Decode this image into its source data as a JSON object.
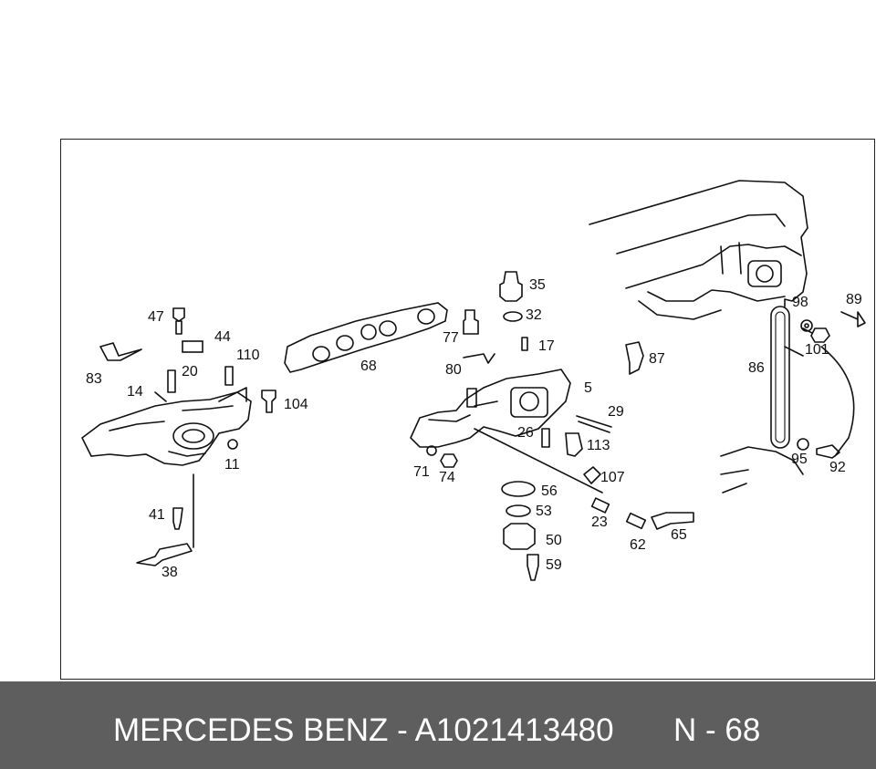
{
  "highlighted_part": "68",
  "footer": {
    "title": "MERCEDES BENZ - A1021413480",
    "reference": "N - 68"
  },
  "parts": {
    "p35": "35",
    "p32": "32",
    "p17": "17",
    "p77": "77",
    "p80": "80",
    "p87": "87",
    "p5": "5",
    "p29": "29",
    "p26": "26",
    "p113": "113",
    "p107": "107",
    "p71": "71",
    "p74": "74",
    "p56": "56",
    "p53": "53",
    "p50": "50",
    "p59": "59",
    "p23": "23",
    "p62": "62",
    "p65": "65",
    "p86": "86",
    "p98": "98",
    "p89": "89",
    "p101": "101",
    "p95": "95",
    "p92": "92",
    "p47": "47",
    "p44": "44",
    "p83": "83",
    "p110": "110",
    "p20": "20",
    "p14": "14",
    "p104": "104",
    "p11": "11",
    "p41": "41",
    "p38": "38",
    "p68": "68"
  },
  "icons": [
    "exhaust-manifold-icon",
    "gasket-icon",
    "engine-block-icon",
    "bolt-icon",
    "nut-icon",
    "tube-icon"
  ]
}
